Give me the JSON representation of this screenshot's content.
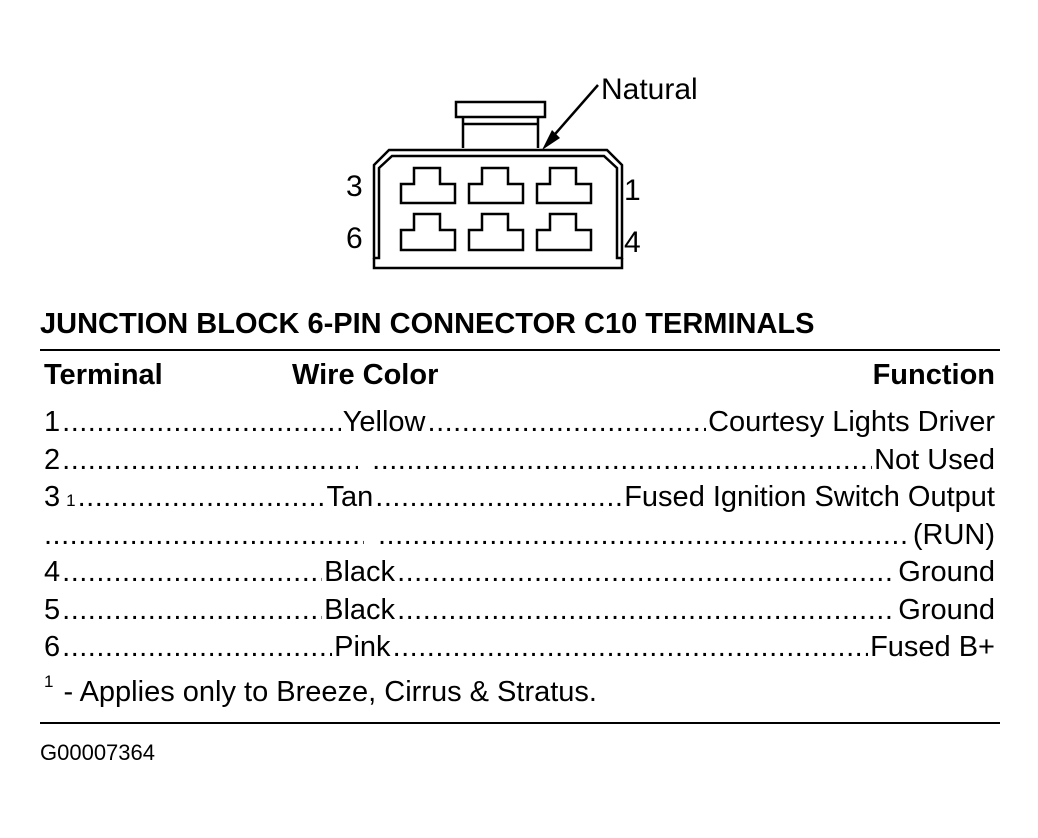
{
  "connector_diagram": {
    "callout_label": "Natural",
    "pin_labels": {
      "top_left": "3",
      "top_right": "1",
      "bottom_left": "6",
      "bottom_right": "4"
    }
  },
  "title": "JUNCTION BLOCK 6-PIN CONNECTOR C10 TERMINALS",
  "headers": {
    "terminal": "Terminal",
    "wire_color": "Wire Color",
    "function": "Function"
  },
  "rows": [
    {
      "terminal": "1",
      "footnote_ref": "",
      "wire_color": "Yellow",
      "function": "Courtesy Lights Driver"
    },
    {
      "terminal": "2",
      "footnote_ref": "",
      "wire_color": "",
      "function": "Not Used"
    },
    {
      "terminal": "3",
      "footnote_ref": "1",
      "wire_color": "Tan",
      "function": "Fused Ignition Switch Output"
    },
    {
      "terminal": "",
      "footnote_ref": "",
      "wire_color": "",
      "function": "(RUN)"
    },
    {
      "terminal": "4",
      "footnote_ref": "",
      "wire_color": "Black",
      "function": "Ground"
    },
    {
      "terminal": "5",
      "footnote_ref": "",
      "wire_color": "Black",
      "function": "Ground"
    },
    {
      "terminal": "6",
      "footnote_ref": "",
      "wire_color": "Pink",
      "function": "Fused B+"
    }
  ],
  "footnote": {
    "marker": "1",
    "text": "- Applies only to Breeze, Cirrus & Stratus."
  },
  "figure_id": "G00007364"
}
